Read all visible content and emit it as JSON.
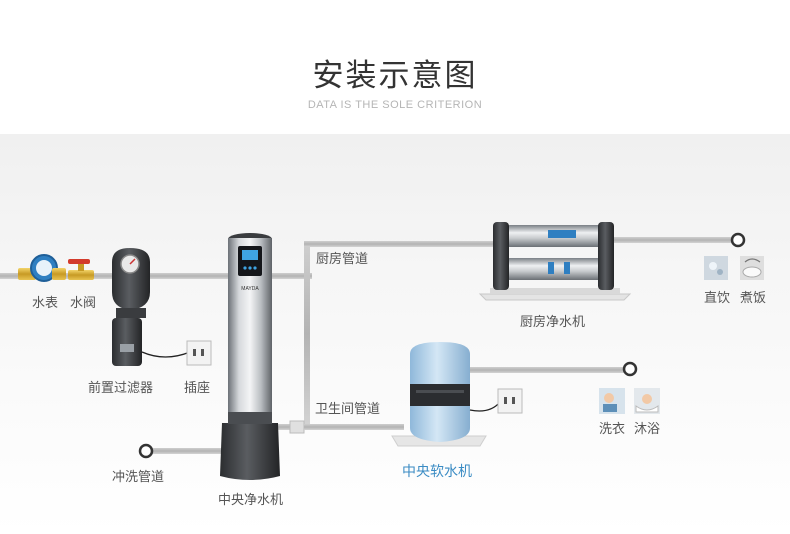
{
  "header": {
    "title": "安装示意图",
    "subtitle": "DATA IS THE SOLE CRITERION"
  },
  "labels": {
    "water_meter": "水表",
    "water_valve": "水阀",
    "pre_filter": "前置过滤器",
    "socket": "插座",
    "flush_pipe": "冲洗管道",
    "central_purifier": "中央净水机",
    "kitchen_pipe": "厨房管道",
    "kitchen_purifier": "厨房净水机",
    "direct_drink": "直饮",
    "cooking": "煮饭",
    "bathroom_pipe": "卫生间管道",
    "central_softener": "中央软水机",
    "laundry": "洗衣",
    "bathing": "沐浴"
  },
  "device_brand": "MAYDA",
  "colors": {
    "pipe": "#bdbdbd",
    "accent_blue": "#3b8cc4",
    "softener_body": "#a9cbe6",
    "purifier_body": "#8e9298"
  }
}
